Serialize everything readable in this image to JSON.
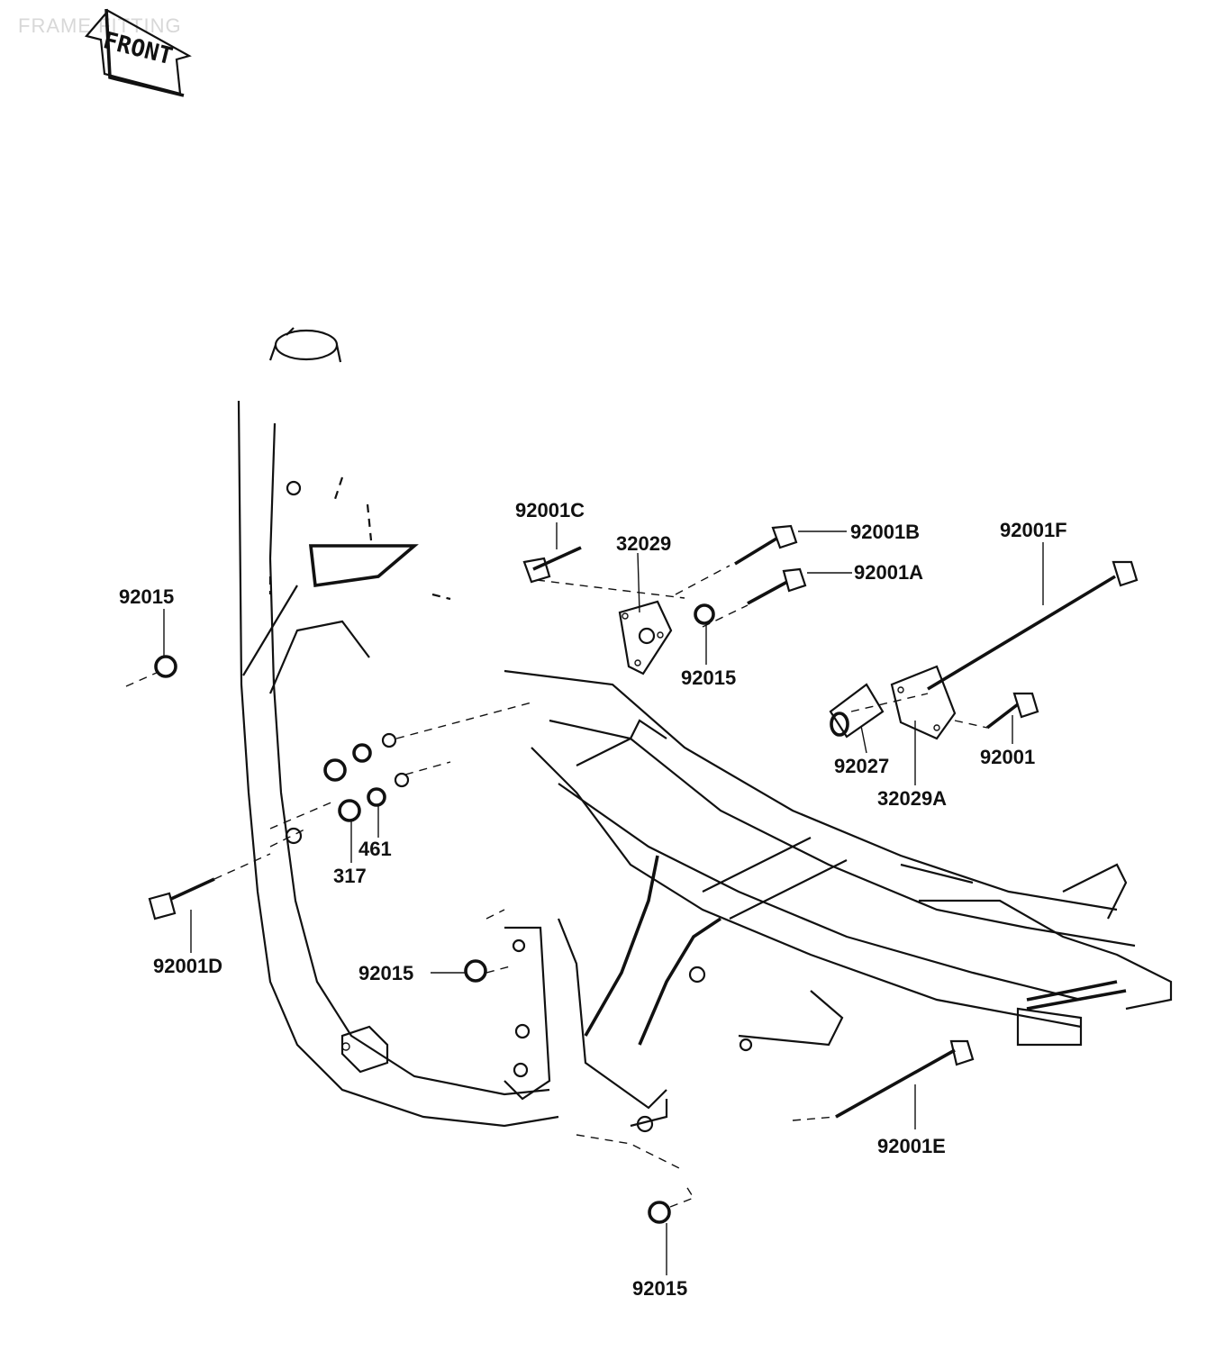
{
  "header": {
    "title": "FRAME FITTING"
  },
  "front_arrow": {
    "label": "FRONT"
  },
  "parts": [
    {
      "id": "92001C",
      "label": "92001C"
    },
    {
      "id": "32029",
      "label": "32029"
    },
    {
      "id": "92001B",
      "label": "92001B"
    },
    {
      "id": "92001A",
      "label": "92001A"
    },
    {
      "id": "92001F",
      "label": "92001F"
    },
    {
      "id": "92015a",
      "label": "92015"
    },
    {
      "id": "92015b",
      "label": "92015"
    },
    {
      "id": "92027",
      "label": "92027"
    },
    {
      "id": "32029A",
      "label": "32029A"
    },
    {
      "id": "92001",
      "label": "92001"
    },
    {
      "id": "461",
      "label": "461"
    },
    {
      "id": "317",
      "label": "317"
    },
    {
      "id": "92001D",
      "label": "92001D"
    },
    {
      "id": "92015c",
      "label": "92015"
    },
    {
      "id": "92001E",
      "label": "92001E"
    },
    {
      "id": "92015d",
      "label": "92015"
    }
  ],
  "colors": {
    "ink": "#111111",
    "paper": "#ffffff",
    "faint": "#d8d8d8"
  }
}
